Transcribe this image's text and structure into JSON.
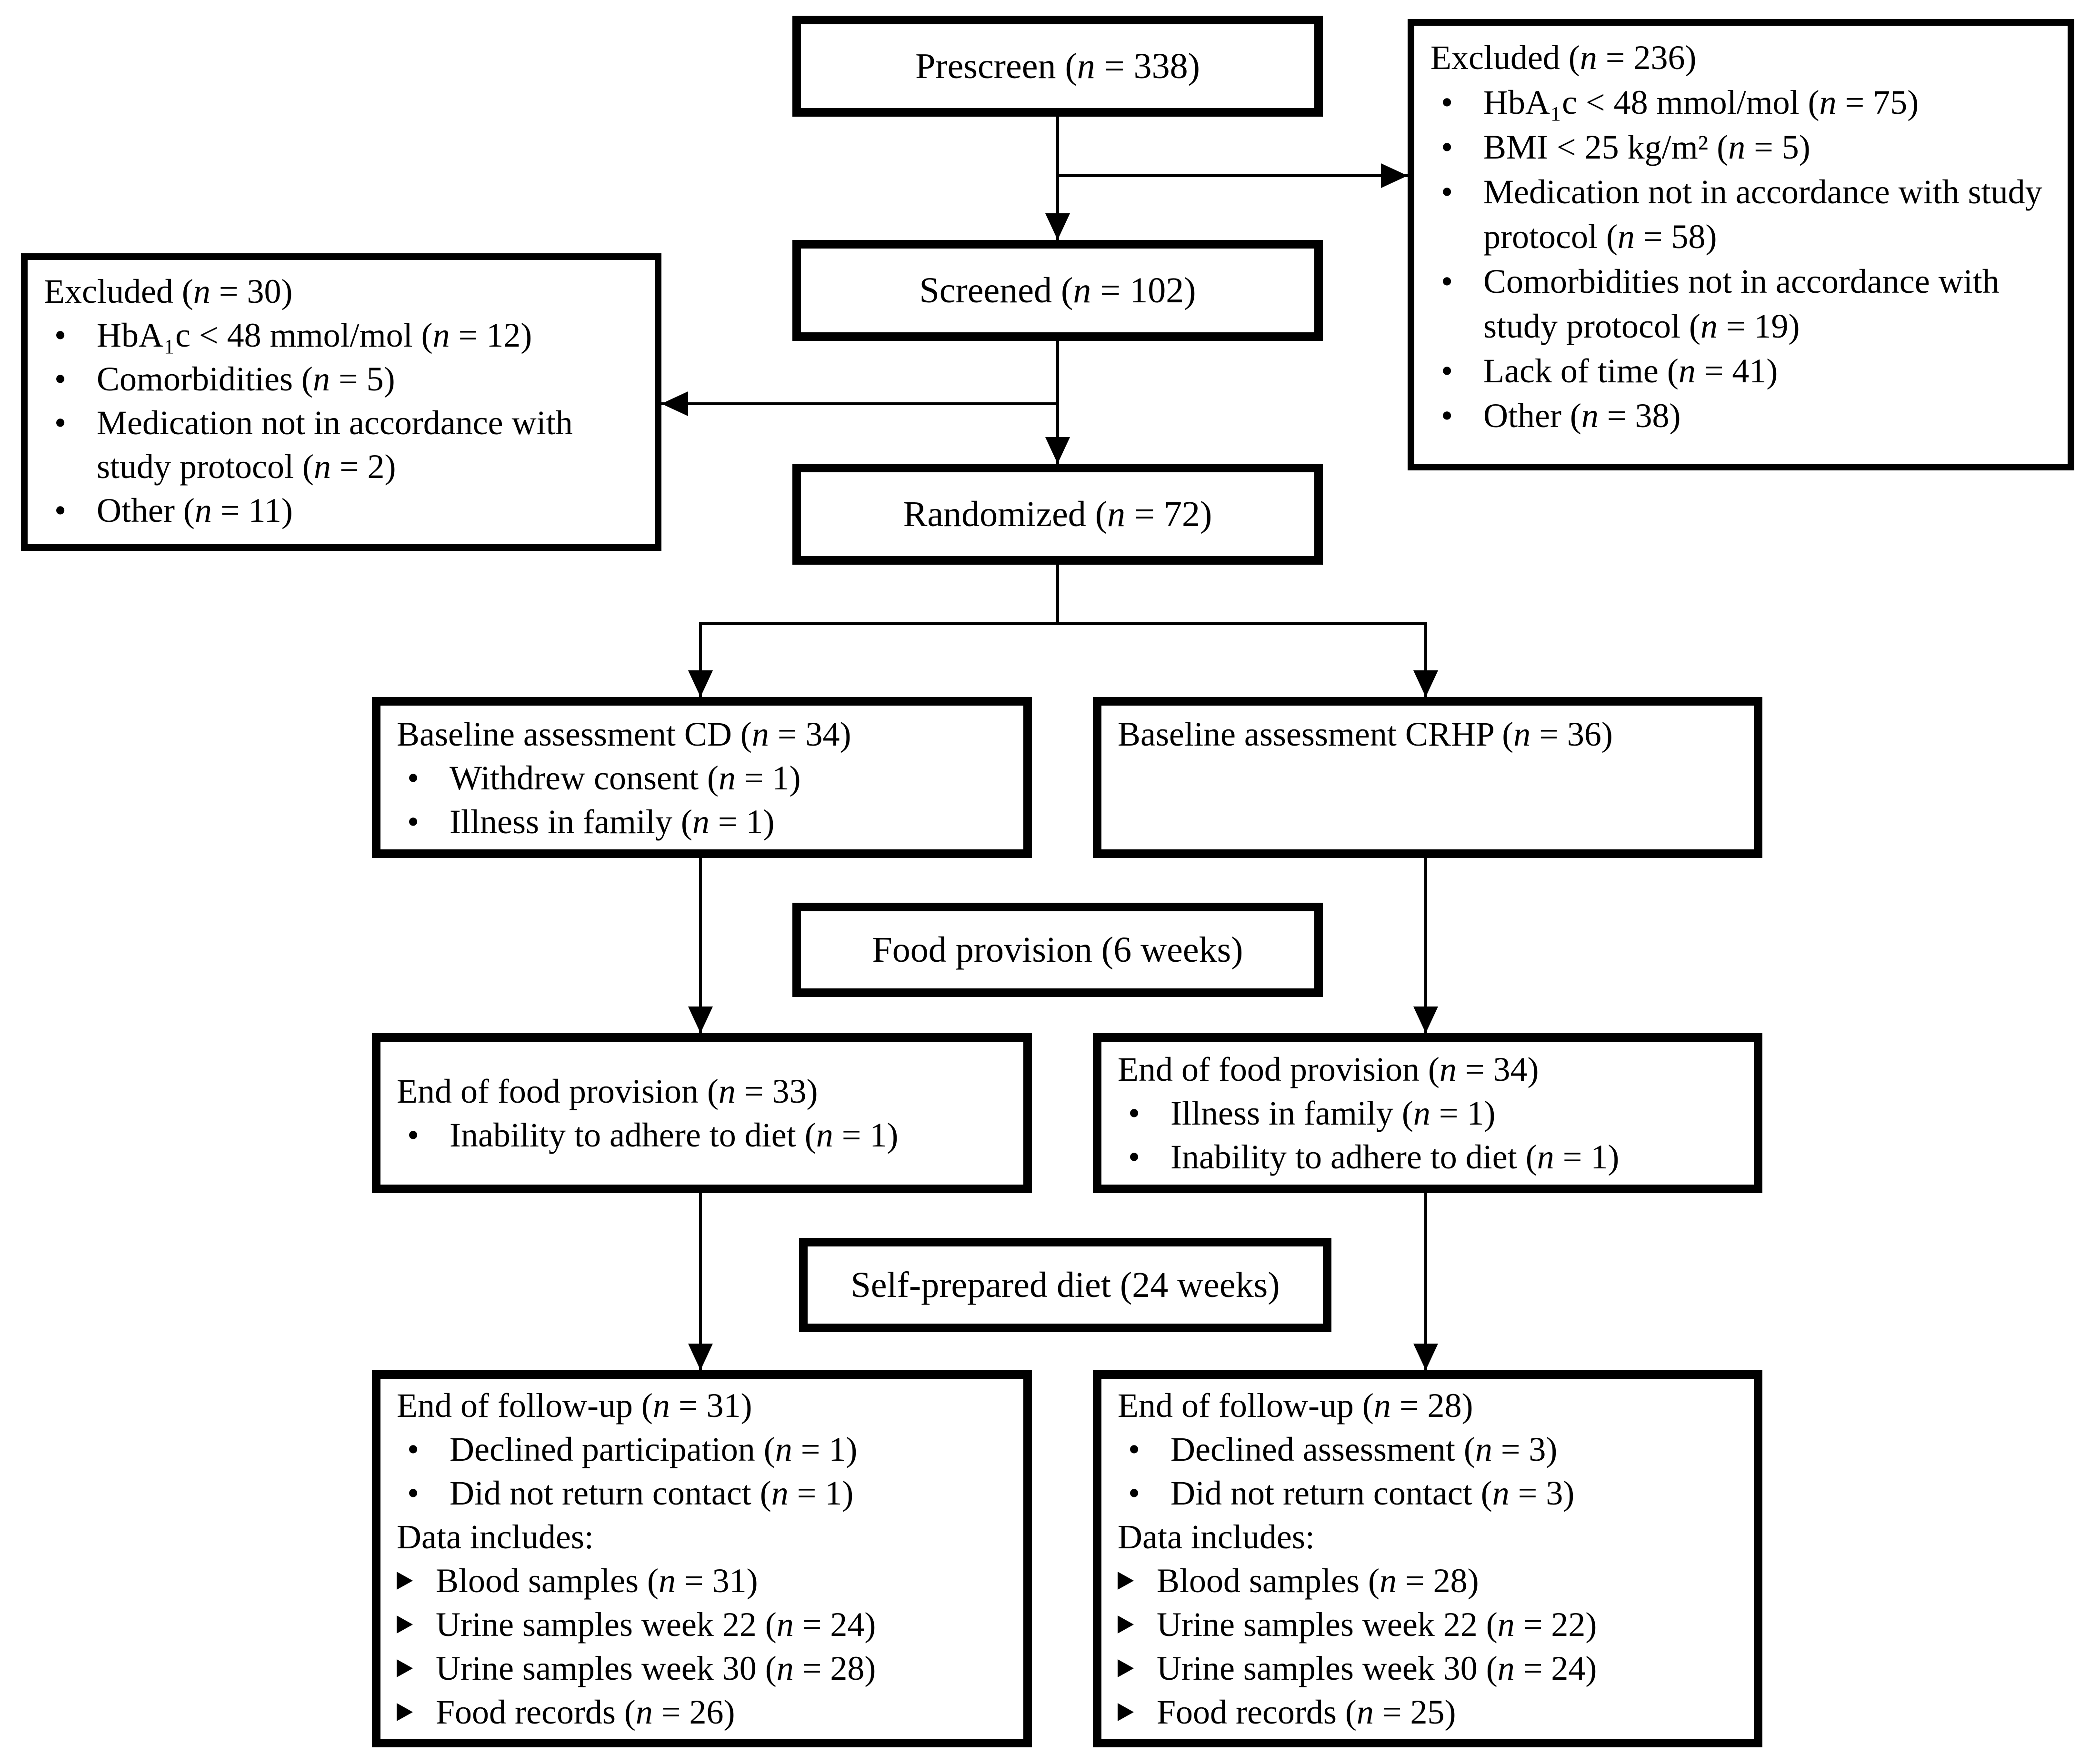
{
  "glyphs": {
    "bullet": "•"
  },
  "boxes": {
    "prescreen": {
      "title": "Prescreen (n = 338)"
    },
    "excluded_right": {
      "title": "Excluded (n = 236)",
      "bullets": [
        "HbA₁c < 48 mmol/mol (n = 75)",
        "BMI < 25 kg/m² (n = 5)",
        "Medication not in accordance with study protocol (n = 58)",
        "Comorbidities not in accordance with study protocol (n = 19)",
        "Lack of time (n = 41)",
        "Other (n = 38)"
      ]
    },
    "screened": {
      "title": "Screened (n = 102)"
    },
    "excluded_left": {
      "title": "Excluded (n = 30)",
      "bullets": [
        "HbA₁c < 48 mmol/mol (n = 12)",
        "Comorbidities (n = 5)",
        "Medication not in accordance with study protocol (n = 2)",
        "Other (n = 11)"
      ]
    },
    "randomized": {
      "title": "Randomized (n = 72)"
    },
    "baseline_cd": {
      "title": "Baseline assessment CD (n = 34)",
      "bullets": [
        "Withdrew consent (n = 1)",
        "Illness in family (n = 1)"
      ]
    },
    "baseline_crhp": {
      "title": "Baseline assessment CRHP (n = 36)"
    },
    "food_provision": {
      "title": "Food provision (6 weeks)"
    },
    "end_food_cd": {
      "title": "End of food provision (n = 33)",
      "bullets": [
        "Inability to adhere to diet (n = 1)"
      ]
    },
    "end_food_crhp": {
      "title": "End of food provision (n = 34)",
      "bullets": [
        "Illness in family (n = 1)",
        "Inability to adhere to diet (n = 1)"
      ]
    },
    "self_prepared": {
      "title": "Self-prepared diet (24 weeks)"
    },
    "follow_up_cd": {
      "title": "End of follow-up (n = 31)",
      "bullets": [
        "Declined participation (n = 1)",
        "Did not return contact (n = 1)"
      ],
      "data_heading": "Data includes:",
      "data_items": [
        "Blood samples (n = 31)",
        "Urine samples week 22 (n = 24)",
        "Urine samples week 30 (n = 28)",
        "Food records (n = 26)"
      ]
    },
    "follow_up_crhp": {
      "title": "End of follow-up (n = 28)",
      "bullets": [
        "Declined assessment (n = 3)",
        "Did not return contact (n = 3)"
      ],
      "data_heading": "Data includes:",
      "data_items": [
        "Blood samples (n = 28)",
        "Urine samples week 22 (n = 22)",
        "Urine samples week 30 (n = 24)",
        "Food records (n = 25)"
      ]
    }
  }
}
